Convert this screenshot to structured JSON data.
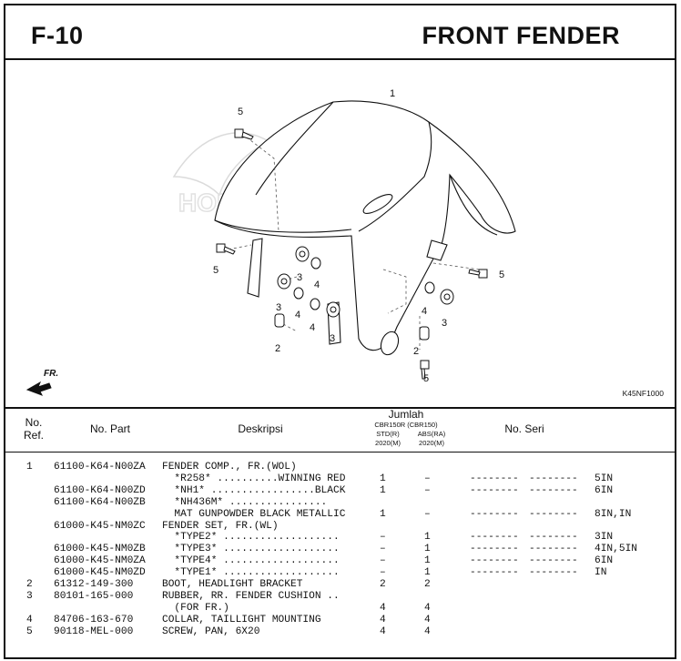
{
  "header": {
    "code": "F-10",
    "title": "FRONT FENDER"
  },
  "diagram": {
    "code": "K45NF1000",
    "front_label": "FR.",
    "callouts": [
      "1",
      "5",
      "5",
      "5",
      "5",
      "3",
      "4",
      "3",
      "4",
      "3",
      "4",
      "2",
      "4",
      "3",
      "2"
    ]
  },
  "table": {
    "headers": {
      "no_ref": [
        "No.",
        "Ref."
      ],
      "part_no": "No. Part",
      "desc": "Deskripsi",
      "jumlah": "Jumlah",
      "jumlah_models": "CBR150R (CBR150)",
      "std": [
        "STD(R)",
        "2020(M)"
      ],
      "abs": [
        "ABS(RA)",
        "2020(M)"
      ],
      "serial": "No. Seri"
    },
    "rows": [
      {
        "ref": "1",
        "part": "61100-K64-N00ZA",
        "desc": "FENDER COMP., FR.(WOL)",
        "std": "",
        "abs": "",
        "s1": "",
        "s2": "",
        "s3": ""
      },
      {
        "ref": "",
        "part": "",
        "desc": "  *R258* ..........WINNING RED",
        "std": "1",
        "abs": "–",
        "s1": "--------",
        "s2": "--------",
        "s3": "5IN"
      },
      {
        "ref": "",
        "part": "61100-K64-N00ZD",
        "desc": "  *NH1* .................BLACK",
        "std": "1",
        "abs": "–",
        "s1": "--------",
        "s2": "--------",
        "s3": "6IN"
      },
      {
        "ref": "",
        "part": "61100-K64-N00ZB",
        "desc": "  *NH436M* ................",
        "std": "",
        "abs": "",
        "s1": "",
        "s2": "",
        "s3": ""
      },
      {
        "ref": "",
        "part": "",
        "desc": "  MAT GUNPOWDER BLACK METALLIC",
        "std": "1",
        "abs": "–",
        "s1": "--------",
        "s2": "--------",
        "s3": "8IN,IN"
      },
      {
        "ref": "",
        "part": "61000-K45-NM0ZC",
        "desc": "FENDER SET, FR.(WL)",
        "std": "",
        "abs": "",
        "s1": "",
        "s2": "",
        "s3": ""
      },
      {
        "ref": "",
        "part": "",
        "desc": "  *TYPE2* ...................",
        "std": "–",
        "abs": "1",
        "s1": "--------",
        "s2": "--------",
        "s3": "3IN"
      },
      {
        "ref": "",
        "part": "61000-K45-NM0ZB",
        "desc": "  *TYPE3* ...................",
        "std": "–",
        "abs": "1",
        "s1": "--------",
        "s2": "--------",
        "s3": "4IN,5IN"
      },
      {
        "ref": "",
        "part": "61000-K45-NM0ZA",
        "desc": "  *TYPE4* ...................",
        "std": "–",
        "abs": "1",
        "s1": "--------",
        "s2": "--------",
        "s3": "6IN"
      },
      {
        "ref": "",
        "part": "61000-K45-NM0ZD",
        "desc": "  *TYPE1* ...................",
        "std": "–",
        "abs": "1",
        "s1": "--------",
        "s2": "--------",
        "s3": "IN"
      },
      {
        "ref": "2",
        "part": "61312-149-300",
        "desc": "BOOT, HEADLIGHT BRACKET",
        "std": "2",
        "abs": "2",
        "s1": "",
        "s2": "",
        "s3": ""
      },
      {
        "ref": "3",
        "part": "80101-165-000",
        "desc": "RUBBER, RR. FENDER CUSHION ..",
        "std": "",
        "abs": "",
        "s1": "",
        "s2": "",
        "s3": ""
      },
      {
        "ref": "",
        "part": "",
        "desc": "  (FOR FR.)",
        "std": "4",
        "abs": "4",
        "s1": "",
        "s2": "",
        "s3": ""
      },
      {
        "ref": "4",
        "part": "84706-163-670",
        "desc": "COLLAR, TAILLIGHT MOUNTING",
        "std": "4",
        "abs": "4",
        "s1": "",
        "s2": "",
        "s3": ""
      },
      {
        "ref": "5",
        "part": "90118-MEL-000",
        "desc": "SCREW, PAN, 6X20",
        "std": "4",
        "abs": "4",
        "s1": "",
        "s2": "",
        "s3": ""
      }
    ]
  }
}
